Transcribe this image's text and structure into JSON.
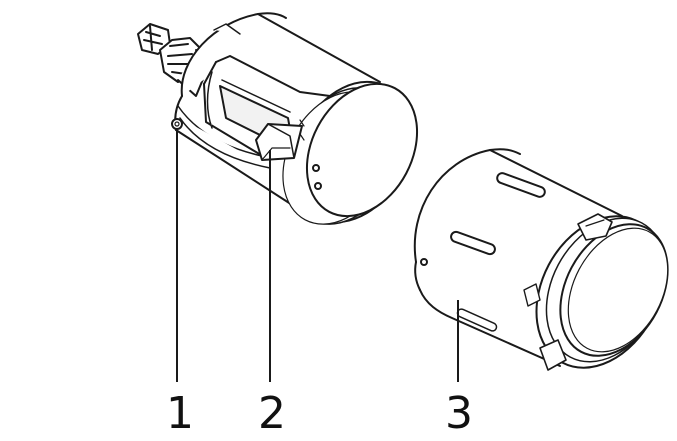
{
  "callouts": [
    {
      "label": "1"
    },
    {
      "label": "2"
    },
    {
      "label": "3"
    }
  ],
  "colors": {
    "line": "#1a1a1a",
    "fill": "#ffffff",
    "shade": "#e6e6e6"
  }
}
